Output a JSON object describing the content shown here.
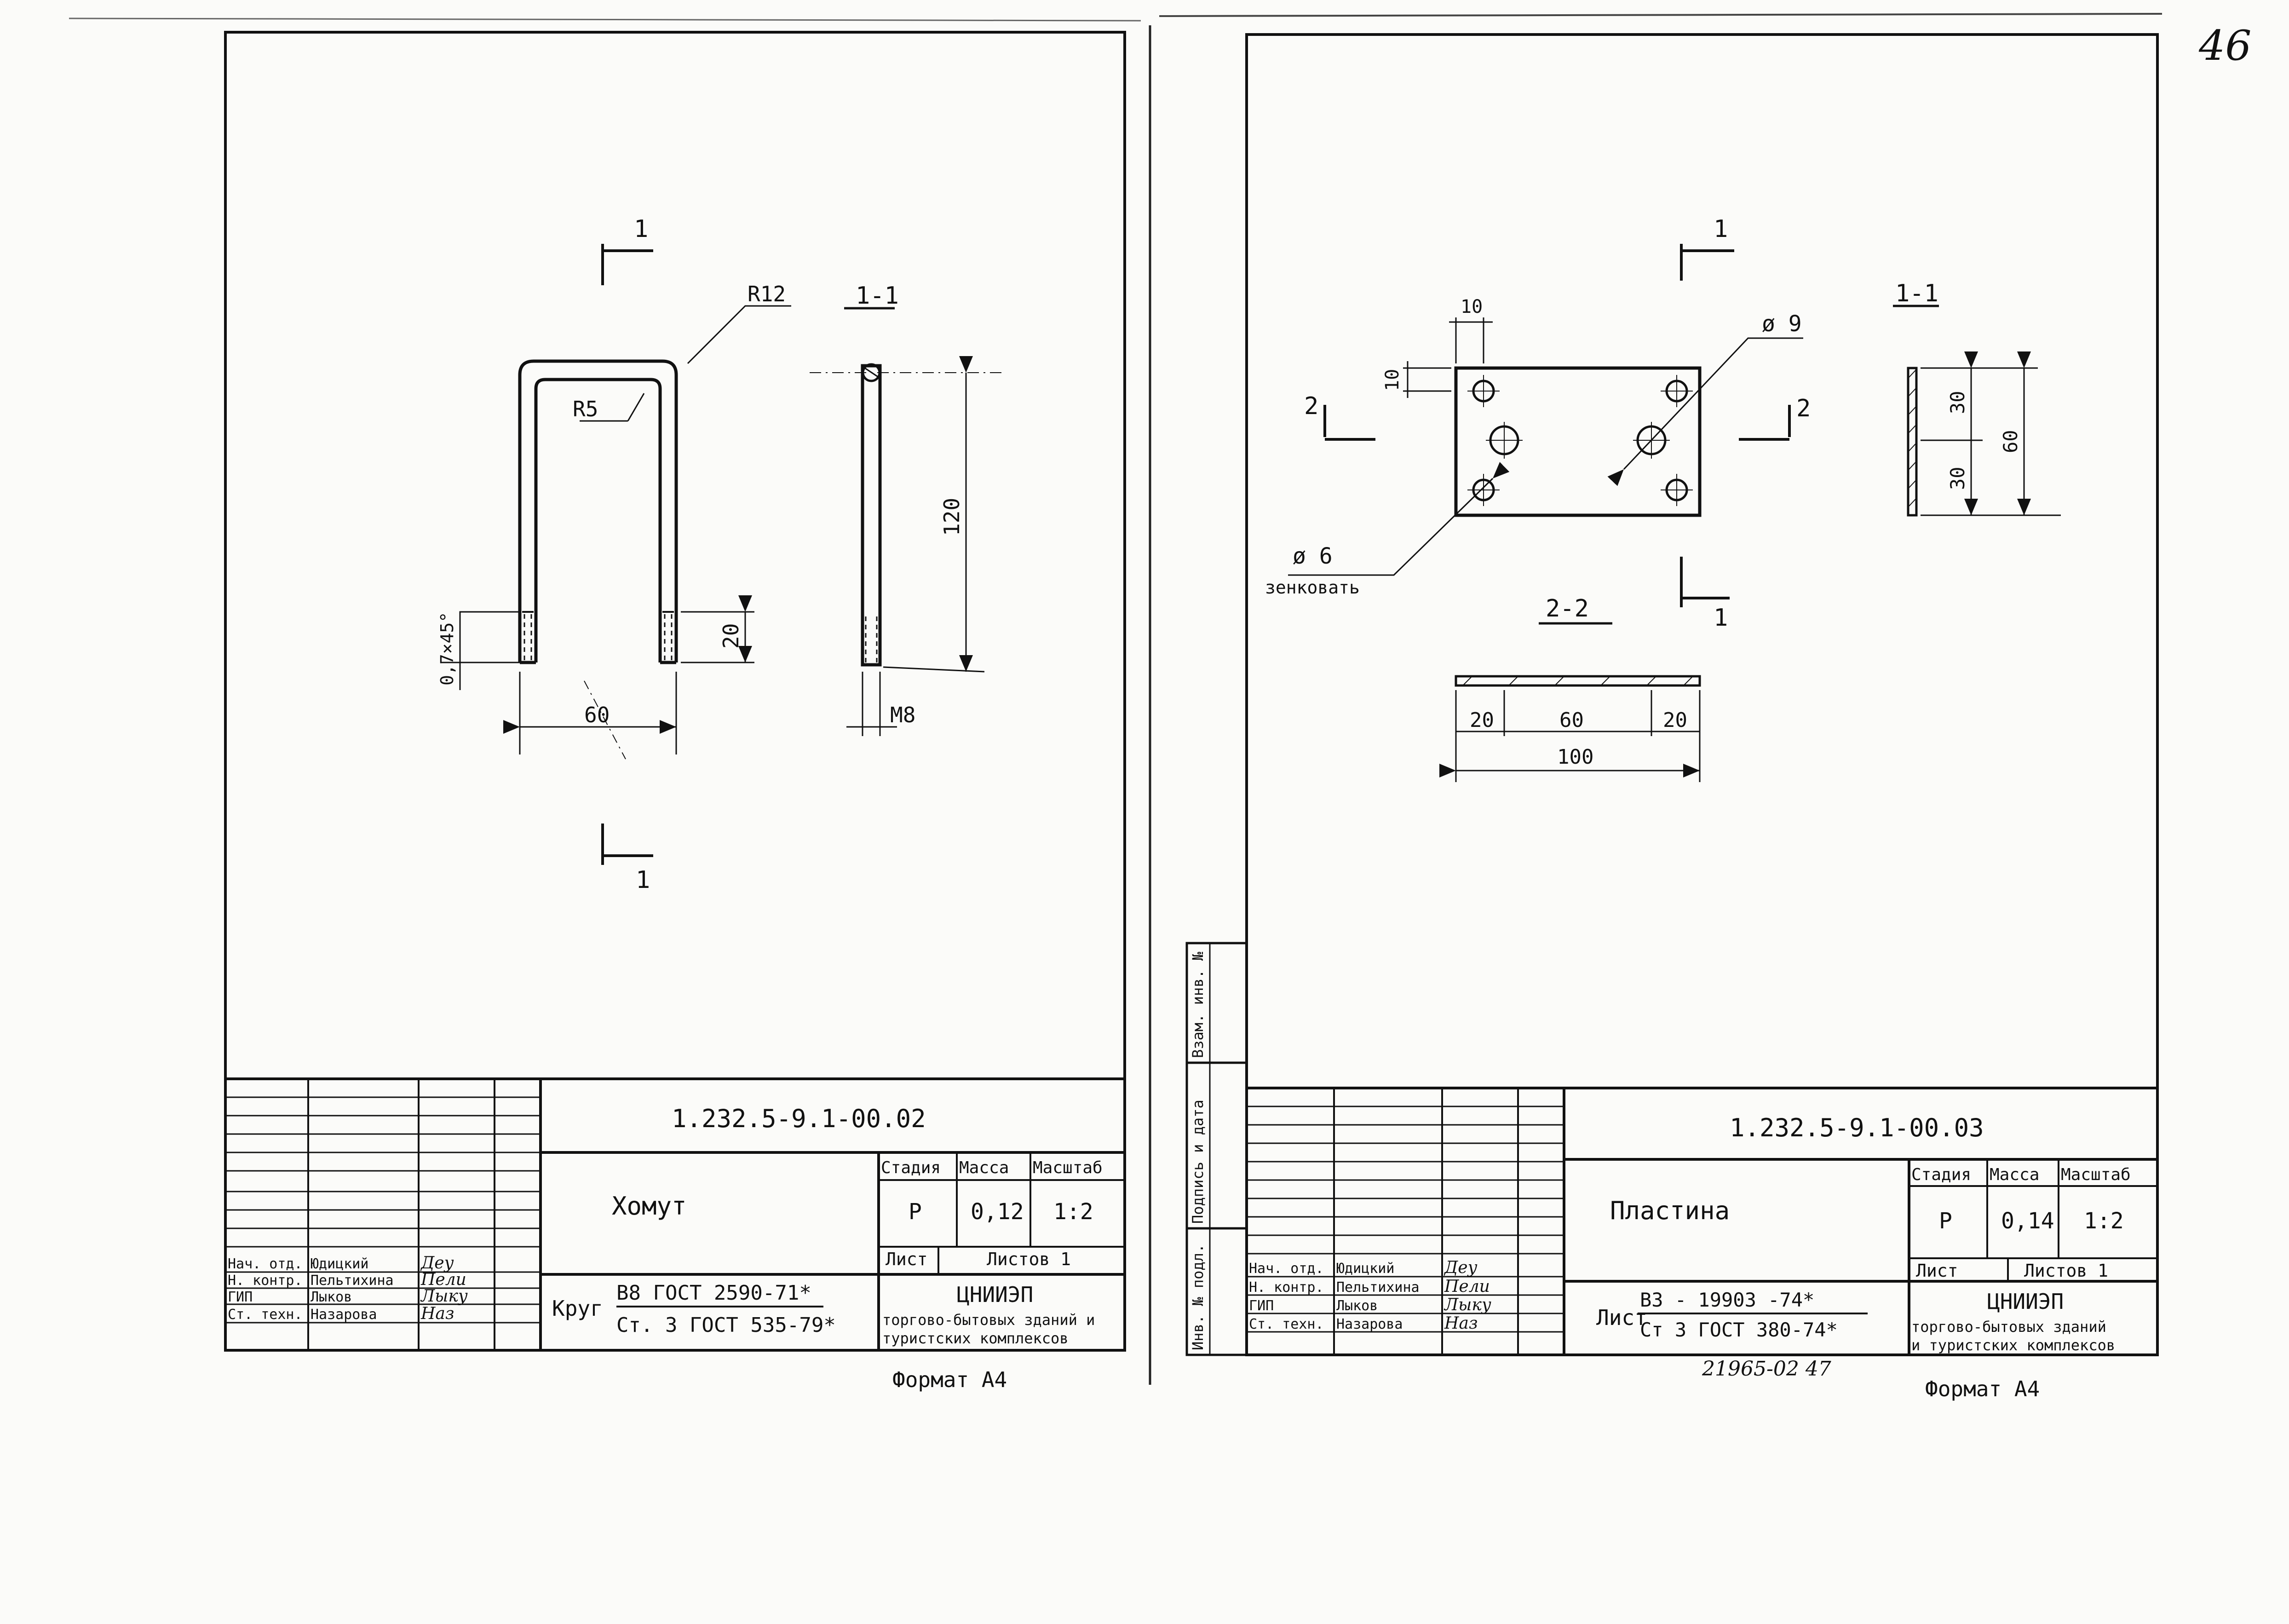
{
  "page_number": "46",
  "sheet_left": {
    "section_label": "1",
    "section_view_title": "1-1",
    "dims": {
      "r_outer": "R12",
      "r_inner": "R5",
      "height": "120",
      "thread_len": "20",
      "width": "60",
      "chamfer": "0,7×45°",
      "thread": "M8"
    },
    "title_block": {
      "designation": "1.232.5-9.1-00.02",
      "name": "Хомут",
      "hdr_stage": "Стадия",
      "hdr_mass": "Масса",
      "hdr_scale": "Масштаб",
      "stage": "Р",
      "mass": "0,12",
      "scale": "1:2",
      "sheet_label": "Лист",
      "sheets_label": "Листов 1",
      "material_prefix": "Круг",
      "material_top": "В8  ГОСТ 2590-71*",
      "material_bottom": "Ст. 3 ГОСТ  535-79*",
      "org_name": "ЦНИИЭП",
      "org_line1": "торгово-бытовых зданий и",
      "org_line2": "туристских комплексов",
      "roles": [
        "Нач. отд.",
        "Н. контр.",
        "ГИП",
        "Ст. техн."
      ],
      "people": [
        "Юдицкий",
        "Пельтихина",
        "Лыков",
        "Назарова"
      ],
      "signatures": [
        "Деу",
        "Пели",
        "Лыку",
        "Наз"
      ]
    },
    "format": "Формат А4"
  },
  "sheet_right": {
    "section_label": "1",
    "section_label_2": "2",
    "section_view_title": "1-1",
    "section_view_title_2": "2-2",
    "dims": {
      "edge_x": "10",
      "edge_y": "10",
      "hole_large": "ø 9",
      "hole_small": "ø 6",
      "countersink": "зенковать",
      "half_a": "30",
      "half_b": "30",
      "height": "60",
      "seg_left": "20",
      "seg_mid": "60",
      "seg_right": "20",
      "total": "100"
    },
    "side_stamps": [
      "Взам. инв. №",
      "Подпись и дата",
      "Инв. № подл."
    ],
    "title_block": {
      "designation": "1.232.5-9.1-00.03",
      "name": "Пластина",
      "hdr_stage": "Стадия",
      "hdr_mass": "Масса",
      "hdr_scale": "Масштаб",
      "stage": "Р",
      "mass": "0,14",
      "scale": "1:2",
      "sheet_label": "Лист",
      "sheets_label": "Листов 1",
      "material_prefix": "Лист",
      "material_top": "В3 - 19903 -74*",
      "material_bottom": "Ст 3  ГОСТ 380-74*",
      "org_name": "ЦНИИЭП",
      "org_line1": "торгово-бытовых зданий",
      "org_line2": "и туристских комплексов",
      "roles": [
        "Нач. отд.",
        "Н. контр.",
        "ГИП",
        "Ст. техн."
      ],
      "people": [
        "Юдицкий",
        "Пельтихина",
        "Лыков",
        "Назарова"
      ],
      "signatures": [
        "Деу",
        "Пели",
        "Лыку",
        "Наз"
      ]
    },
    "archive_number": "21965-02   47",
    "format": "Формат А4"
  }
}
